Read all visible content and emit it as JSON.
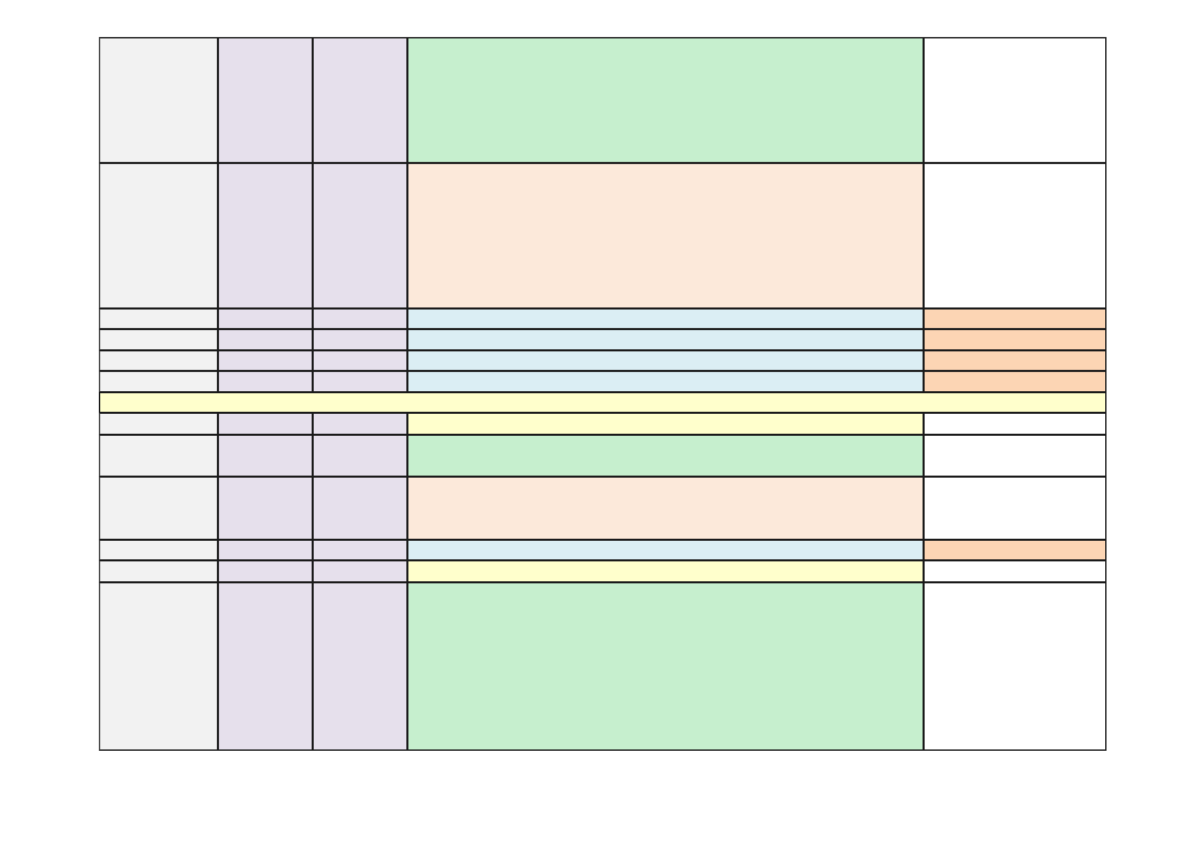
{
  "colors": {
    "border": "#1a1a1a",
    "gray": "#f2f2f2",
    "lavender": "#e6e0ec",
    "green": "#c6efce",
    "peach": "#fce9da",
    "light_blue": "#dbeef4",
    "orange": "#fcd5b4",
    "yellow": "#ffffcc",
    "white": "#ffffff"
  },
  "rows": [
    {
      "kind": "tall",
      "cells": [
        "gray",
        "lavender",
        "lavender",
        "green",
        "white"
      ]
    },
    {
      "kind": "tall",
      "cells": [
        "gray",
        "lavender",
        "lavender",
        "peach",
        "white"
      ]
    },
    {
      "kind": "thin",
      "cells": [
        "gray",
        "lavender",
        "lavender",
        "light_blue",
        "orange"
      ]
    },
    {
      "kind": "thin",
      "cells": [
        "gray",
        "lavender",
        "lavender",
        "light_blue",
        "orange"
      ]
    },
    {
      "kind": "thin",
      "cells": [
        "gray",
        "lavender",
        "lavender",
        "light_blue",
        "orange"
      ]
    },
    {
      "kind": "thin",
      "cells": [
        "gray",
        "lavender",
        "lavender",
        "light_blue",
        "orange"
      ]
    },
    {
      "kind": "section-header",
      "cells": [
        "yellow"
      ]
    },
    {
      "kind": "thin",
      "cells": [
        "gray",
        "lavender",
        "lavender",
        "yellow",
        "white"
      ]
    },
    {
      "kind": "medium",
      "cells": [
        "gray",
        "lavender",
        "lavender",
        "green",
        "white"
      ]
    },
    {
      "kind": "medium",
      "cells": [
        "gray",
        "lavender",
        "lavender",
        "peach",
        "white"
      ]
    },
    {
      "kind": "thin",
      "cells": [
        "gray",
        "lavender",
        "lavender",
        "light_blue",
        "orange"
      ]
    },
    {
      "kind": "thin",
      "cells": [
        "gray",
        "lavender",
        "lavender",
        "yellow",
        "white"
      ]
    },
    {
      "kind": "tall",
      "cells": [
        "gray",
        "lavender",
        "lavender",
        "green",
        "white"
      ]
    }
  ]
}
